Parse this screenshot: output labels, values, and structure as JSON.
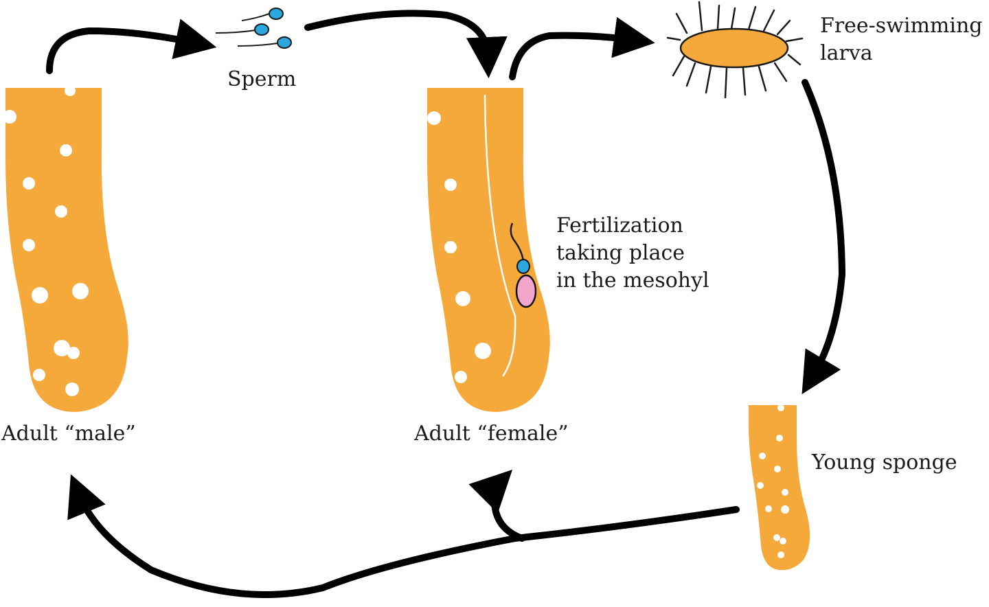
{
  "colors": {
    "sponge_body": "#F6A93B",
    "sperm_head": "#2BA6DE",
    "egg": "#F3A6CB",
    "arrow": "#000000",
    "pore": "#ffffff"
  },
  "labels": {
    "sperm": "Sperm",
    "larva_line1": "Free-swimming",
    "larva_line2": "larva",
    "fertilization_line1": "Fertilization",
    "fertilization_line2": "taking place",
    "fertilization_line3": "in the mesohyl",
    "adult_male": "Adult “male”",
    "adult_female": "Adult “female”",
    "young_sponge": "Young sponge"
  }
}
